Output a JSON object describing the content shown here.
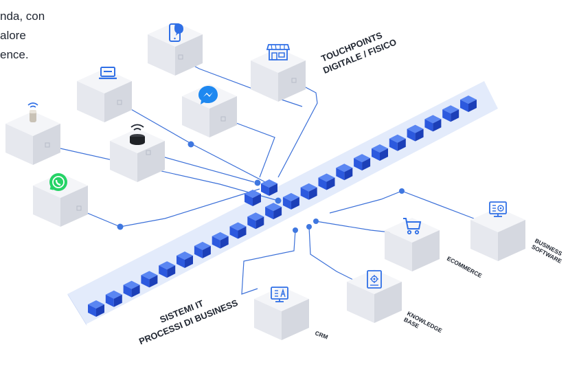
{
  "intro": {
    "line1": "nda, con",
    "line2": "alore",
    "line3": "ence."
  },
  "labels": {
    "touchpoints_line1": "TOUCHPOINTS",
    "touchpoints_line2": "DIGITALE / FISICO",
    "sistemi_line1": "SISTEMI IT",
    "sistemi_line2": "PROCESSI DI BUSINESS",
    "crm": "CRM",
    "knowledge_line1": "KNOWLEDGE",
    "knowledge_line2": "BASE",
    "ecommerce": "ECOMMERCE",
    "business_line1": "BUSINESS",
    "business_line2": "SOFTWARE"
  },
  "colors": {
    "band": "#e3ebfb",
    "cube_blue": "#2c59de",
    "line": "#3a6fd8",
    "dot": "#3f77e0",
    "box_light": "#f4f5f8",
    "box_mid": "#e6e8ee",
    "box_dark": "#d5d8e0",
    "icon_blue": "#2f6fe6",
    "whatsapp": "#25d366",
    "messenger": "#1e88f0"
  },
  "icons": [
    "smart-speaker",
    "laptop",
    "smartphone",
    "store",
    "whatsapp",
    "echo-dot",
    "messenger",
    "crm",
    "knowledge-base",
    "shopping-cart",
    "business-software"
  ]
}
